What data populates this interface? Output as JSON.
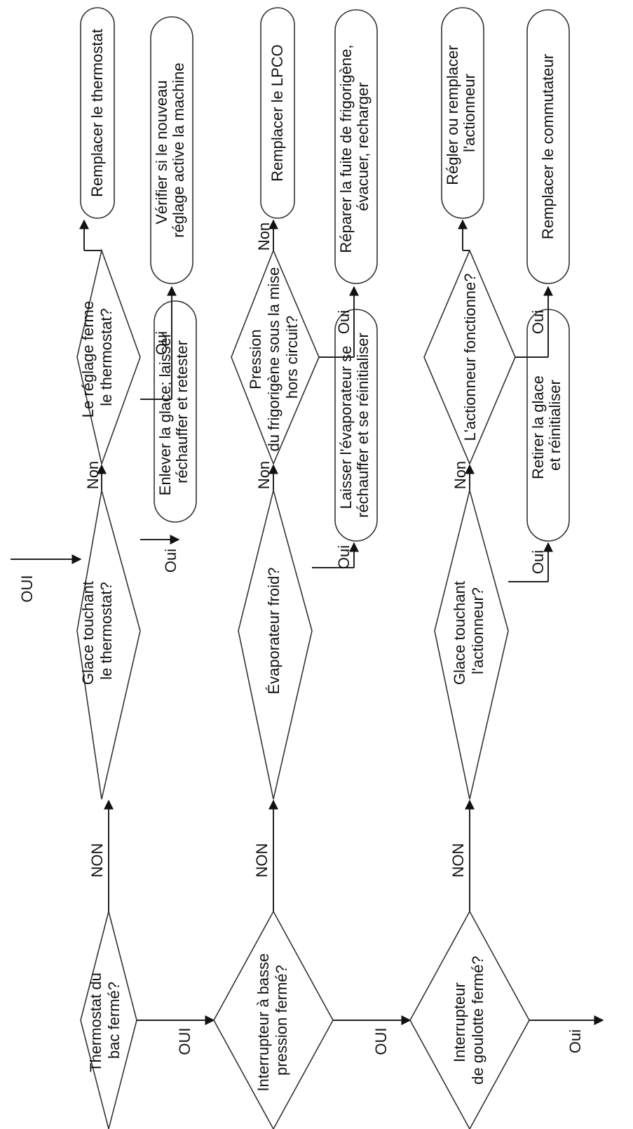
{
  "labels": {
    "oui": "OUI",
    "non": "NON",
    "oui_small": "Oui",
    "non_small": "Non"
  },
  "decisions": {
    "bin_thermostat": [
      "Thermostat du",
      "bac fermé?"
    ],
    "ice_on_thermostat": [
      "Glace touchant",
      "le thermostat?"
    ],
    "setting_closes_thermostat": [
      "Le réglage ferme",
      "le thermostat?"
    ],
    "low_pressure_switch": [
      "Interrupteur à basse",
      "pression fermé?"
    ],
    "evaporator_cold": [
      "Évaporateur froid?"
    ],
    "refrigerant_pressure": [
      "Pression",
      "du frigorigène sous la mise",
      "hors circuit?"
    ],
    "chute_switch": [
      "Interrupteur",
      "de goulotte fermé?"
    ],
    "ice_on_actuator": [
      "Glace touchant",
      "l'actionneur?"
    ],
    "actuator_works": [
      "L'actionneur fonctionne?"
    ]
  },
  "actions": {
    "replace_thermostat": [
      "Remplacer le thermostat"
    ],
    "check_new_setting": [
      "Vérifier si le nouveau",
      "réglage active la machine"
    ],
    "remove_ice_retest": [
      "Enlever la glace; laisser",
      "réchauffer et retester"
    ],
    "replace_lpco": [
      "Remplacer le LPCO"
    ],
    "repair_leak": [
      "Réparer la fuite de frigorigène,",
      "évacuer, recharger"
    ],
    "let_evaporator_warm": [
      "Laisser l'évaporateur se",
      "réchauffer et se réinitialiser"
    ],
    "adjust_actuator": [
      "Régler ou remplacer",
      "l'actionneur"
    ],
    "replace_switch": [
      "Remplacer le commutateur"
    ],
    "remove_ice_reset": [
      "Retirer la glace",
      "et réinitialiser"
    ]
  }
}
